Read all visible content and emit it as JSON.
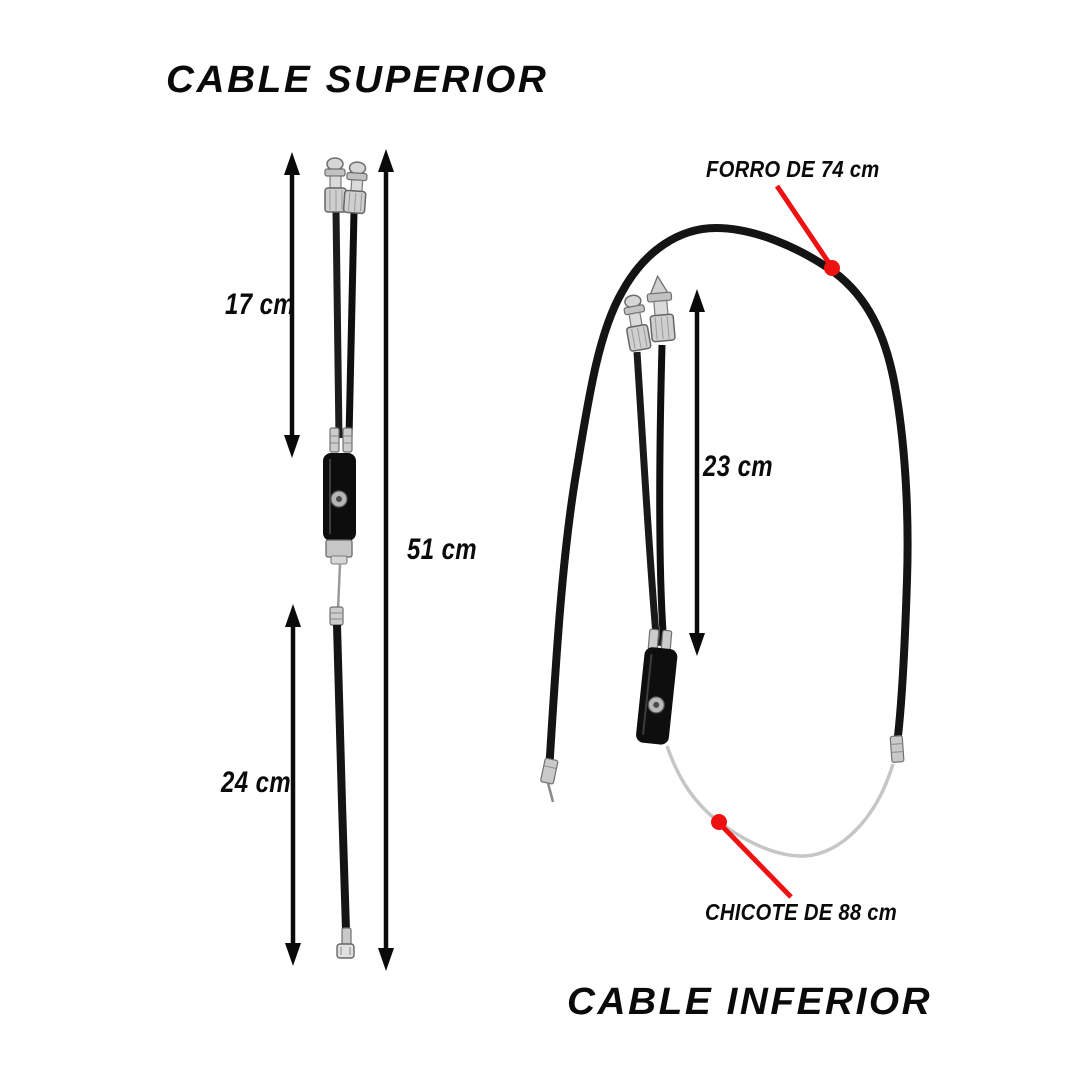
{
  "upper_cable": {
    "title": "CABLE SUPERIOR",
    "measurements": {
      "upper_section": "17 cm",
      "total_length": "51 cm",
      "lower_section": "24 cm"
    }
  },
  "lower_cable": {
    "title": "CABLE INFERIOR",
    "measurements": {
      "adjuster_section": "23 cm"
    },
    "callouts": {
      "housing": "FORRO DE 74 cm",
      "inner_wire": "CHICOTE DE 88 cm"
    }
  },
  "colors": {
    "pointer_red": "#ee1111",
    "ink_black": "#0a0a0a",
    "cable_black": "#141414",
    "metal_silver": "#cccccc",
    "inner_wire_gray": "#c6c6c6"
  }
}
